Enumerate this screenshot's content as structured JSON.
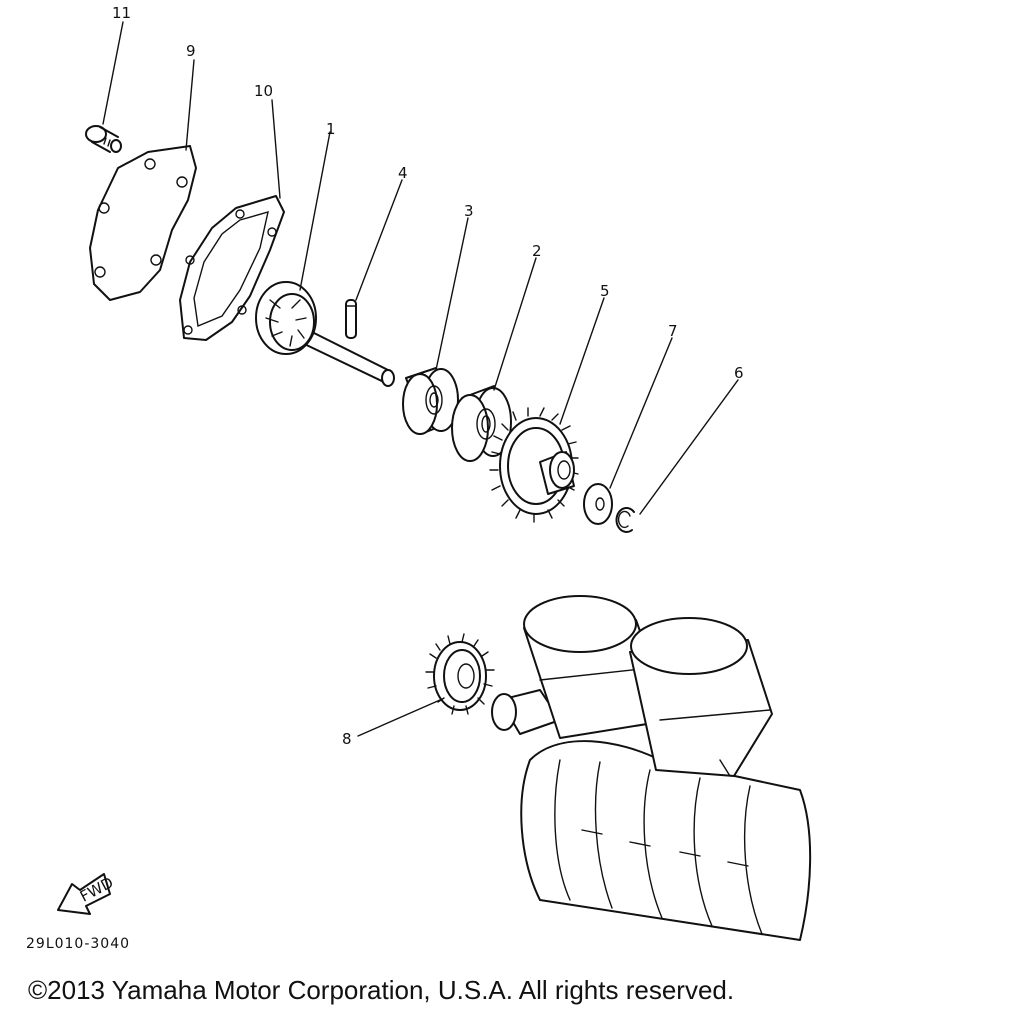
{
  "callouts": {
    "p1": "1",
    "p2": "2",
    "p3": "3",
    "p4": "4",
    "p5": "5",
    "p6": "6",
    "p7": "7",
    "p8": "8",
    "p9": "9",
    "p10": "10",
    "p11": "11"
  },
  "fwd_label": "FWD",
  "diagram_code": "29L010-3040",
  "copyright": "©2013 Yamaha Motor Corporation, U.S.A. All rights reserved."
}
